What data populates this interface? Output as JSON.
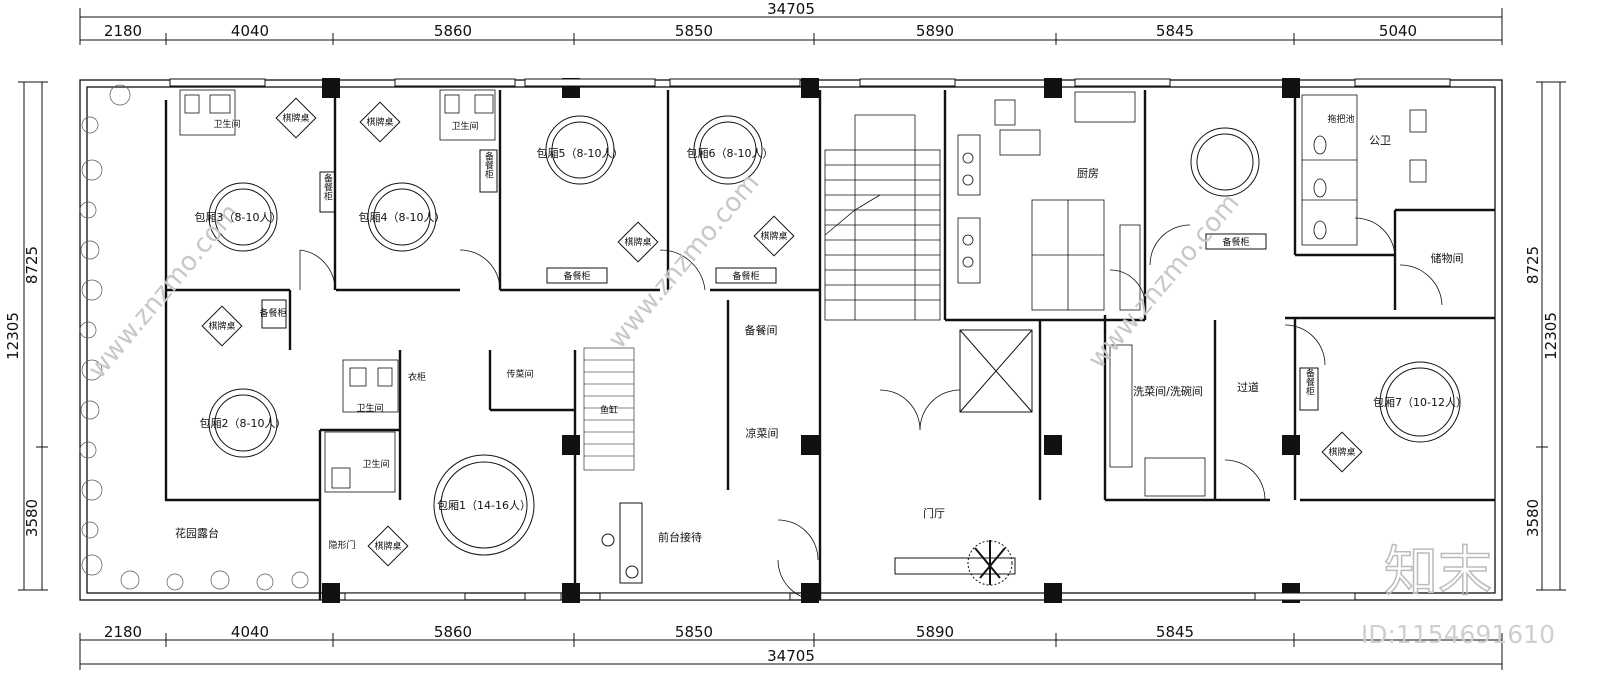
{
  "dimensions": {
    "total": "34705",
    "segments": [
      "2180",
      "4040",
      "5860",
      "5850",
      "5890",
      "5845",
      "5040"
    ],
    "left_total": "12305",
    "left_segments": [
      "8725",
      "3580"
    ],
    "right_total": "12305",
    "right_segments": [
      "8725",
      "3580"
    ]
  },
  "rooms": {
    "balcony": "花园露台",
    "room1": "包厢1（14-16人）",
    "room2": "包厢2（8-10人）",
    "room3": "包厢3（8-10人）",
    "room4": "包厢4（8-10人）",
    "room5": "包厢5（8-10人）",
    "room6": "包厢6（8-10人）",
    "room7": "包厢7（10-12人）",
    "kitchen": "厨房",
    "toilet_public": "公卫",
    "storage": "储物间",
    "corridor": "过道",
    "washroom": "洗菜间/洗碗间",
    "lobby": "门厅",
    "reception": "前台接待",
    "cold_dish": "凉菜间",
    "backup_room": "备餐间",
    "serving": "传菜间",
    "fish_tank": "鱼缸",
    "wardrobe": "衣柜",
    "hidden_door": "隐形门",
    "toilet_small": "卫生间",
    "mop_pool": "拖把池",
    "sideboard": "备餐柜",
    "card_table": "棋牌桌"
  },
  "watermark": {
    "logo": "知末",
    "id_text": "ID:1154691610"
  }
}
